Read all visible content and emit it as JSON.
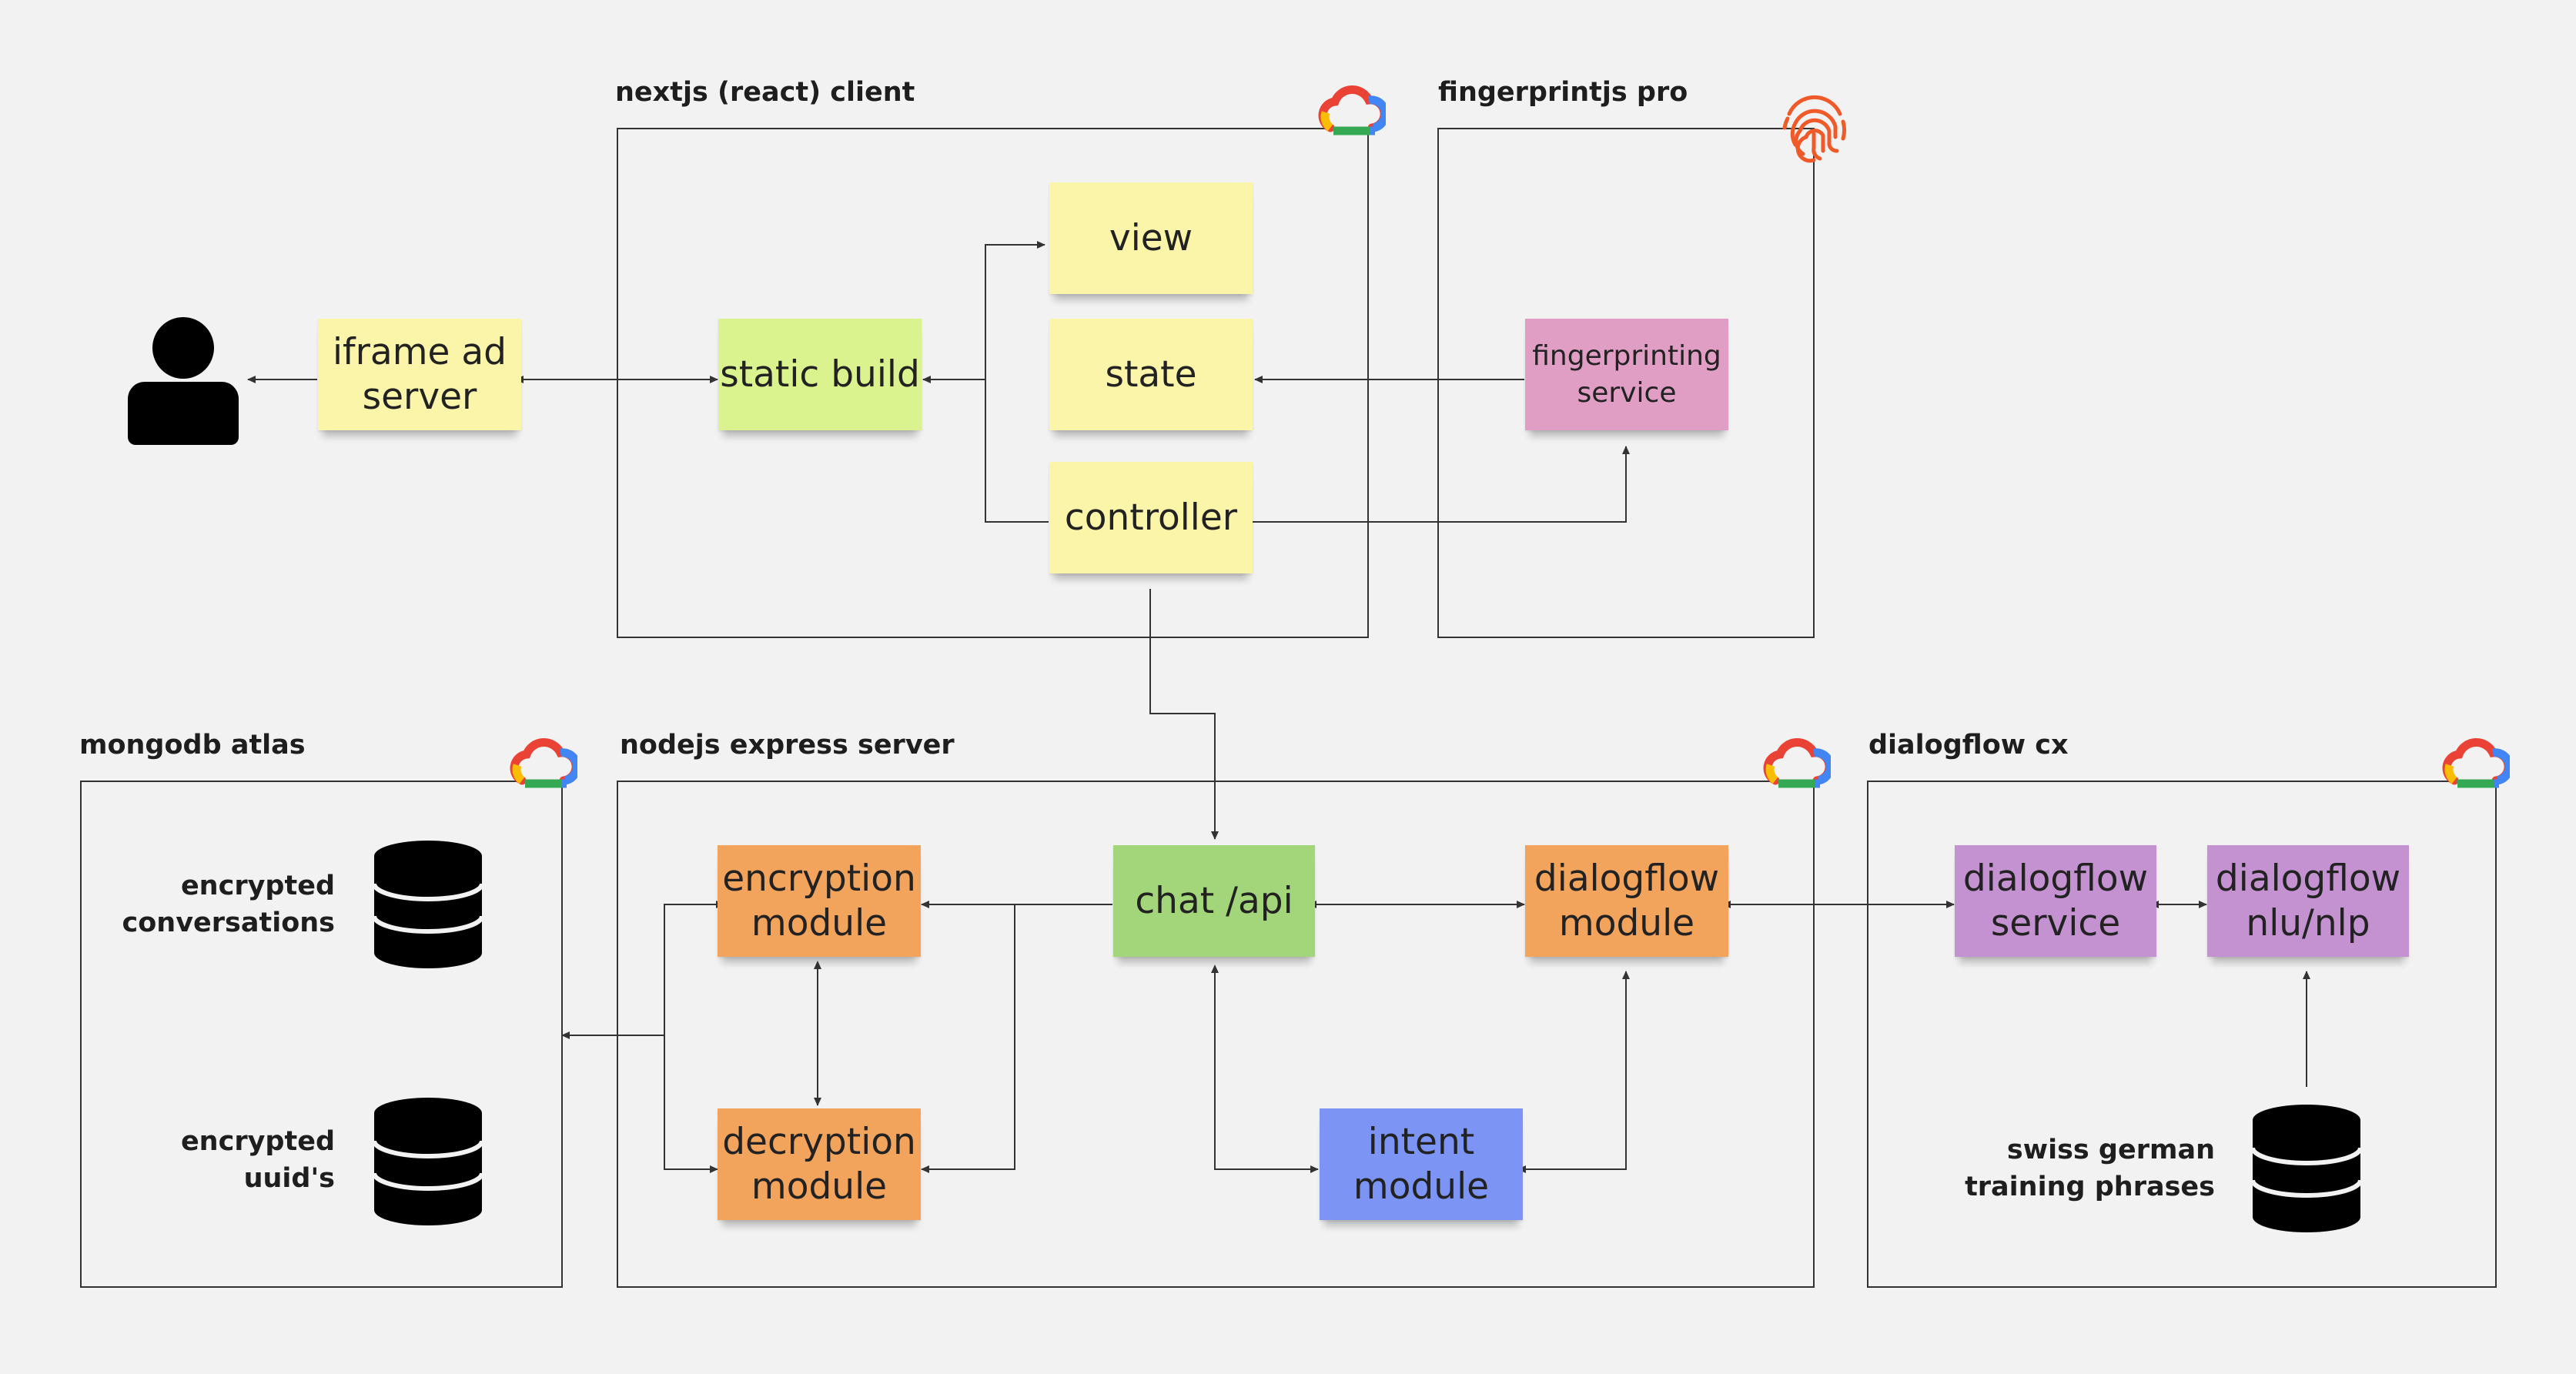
{
  "frames": {
    "client": "nextjs (react) client",
    "fingerprint": "fingerprintjs pro",
    "mongodb": "mongodb atlas",
    "server": "nodejs express server",
    "dialogflow": "dialogflow cx"
  },
  "notes": {
    "iframe": "iframe ad\nserver",
    "static_build": "static build",
    "view": "view",
    "state": "state",
    "controller": "controller",
    "fingerprinting": "fingerprinting\nservice",
    "encryption": "encryption\nmodule",
    "decryption": "decryption\nmodule",
    "chat": "chat /api",
    "dialogflow_module": "dialogflow\nmodule",
    "intent": "intent\nmodule",
    "dialogflow_service": "dialogflow\nservice",
    "dialogflow_nlu": "dialogflow\nnlu/nlp"
  },
  "databases": {
    "conversations": "encrypted\nconversations",
    "uuids": "encrypted\nuuid's",
    "training": "swiss german\ntraining phrases"
  },
  "icons": {
    "user": "person-icon",
    "cloud": "google-cloud-icon",
    "fingerprint": "fingerprint-icon",
    "database": "database-icon"
  },
  "colors": {
    "yellow": "#fbf5a9",
    "lime": "#dbf38e",
    "green": "#a3d67a",
    "orange": "#f2a35c",
    "purple": "#c492d0",
    "pink": "#e19ec4",
    "blue": "#7c94f3"
  }
}
